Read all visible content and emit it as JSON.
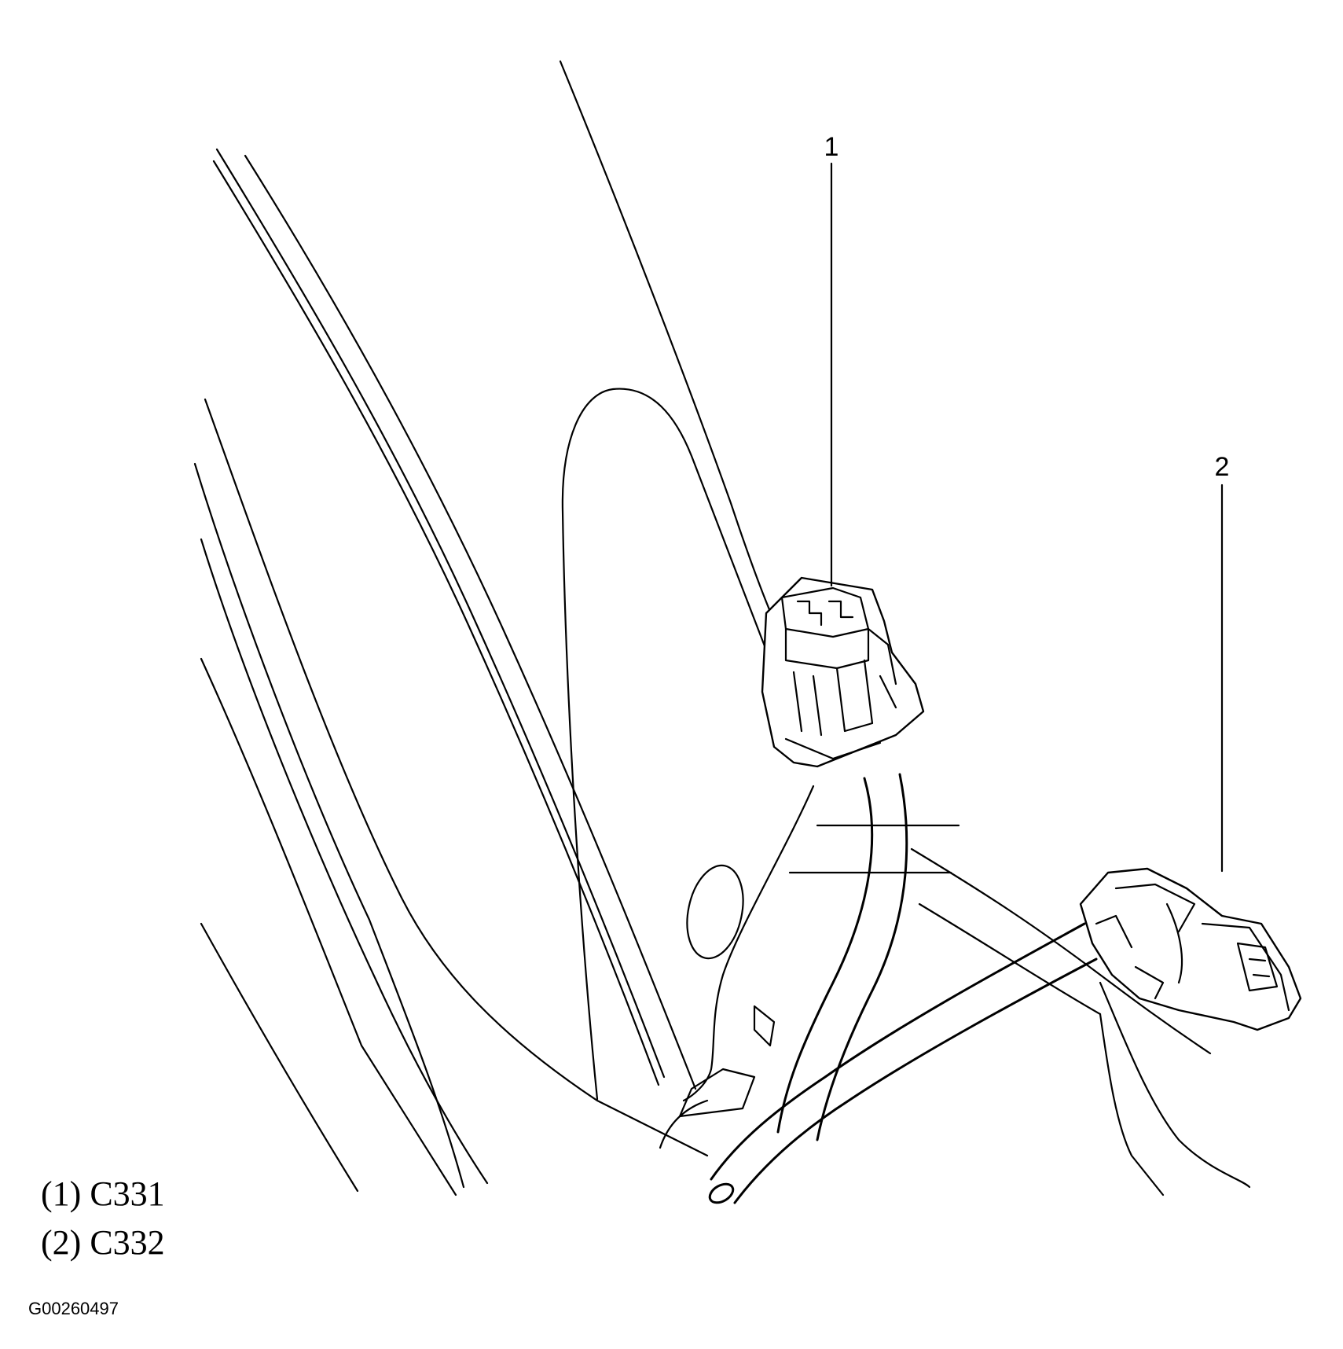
{
  "callouts": [
    {
      "number": "1"
    },
    {
      "number": "2"
    }
  ],
  "legend": [
    {
      "key": "(1)",
      "code": "C331"
    },
    {
      "key": "(2)",
      "code": "C332"
    }
  ],
  "figure_id": "G00260497"
}
